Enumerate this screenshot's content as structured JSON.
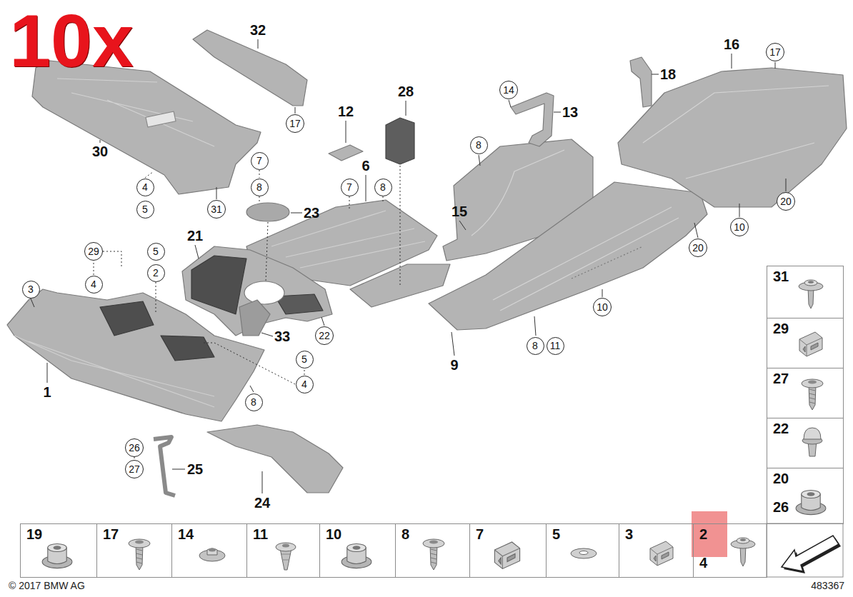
{
  "diagram": {
    "nodes": [
      {
        "text": [
          "17"
        ]
      },
      {
        "text": [
          "7"
        ]
      },
      {
        "text": [
          "8"
        ]
      },
      {
        "text": [
          "4"
        ]
      },
      {
        "text": [
          "5"
        ]
      },
      {
        "text": [
          "31"
        ]
      },
      {
        "text": [
          "7"
        ]
      },
      {
        "text": [
          "8"
        ]
      },
      {
        "text": [
          "14"
        ]
      },
      {
        "text": [
          "8"
        ]
      },
      {
        "text": [
          "17"
        ]
      },
      {
        "text": [
          "20"
        ]
      },
      {
        "text": [
          "10"
        ]
      },
      {
        "text": [
          "20"
        ]
      },
      {
        "text": [
          "10"
        ]
      },
      {
        "text": [
          "8"
        ]
      },
      {
        "text": [
          "11"
        ]
      },
      {
        "text": [
          "29"
        ]
      },
      {
        "text": [
          "4"
        ]
      },
      {
        "text": [
          "5"
        ]
      },
      {
        "text": [
          "2"
        ]
      },
      {
        "text": [
          "3"
        ]
      },
      {
        "text": [
          "22"
        ]
      },
      {
        "text": [
          "5"
        ]
      },
      {
        "text": [
          "4"
        ]
      },
      {
        "text": [
          "8"
        ]
      },
      {
        "text": [
          "26"
        ]
      },
      {
        "text": [
          "27"
        ]
      },
      {
        "text": [
          "31"
        ]
      },
      {
        "text": [
          "29"
        ]
      },
      {
        "text": [
          "27"
        ]
      },
      {
        "text": [
          "22"
        ]
      },
      {
        "text": [
          "20",
          "26"
        ]
      },
      {
        "text": [
          "19"
        ]
      },
      {
        "text": [
          "17"
        ]
      },
      {
        "text": [
          "14"
        ]
      },
      {
        "text": [
          "11"
        ]
      },
      {
        "text": [
          "10"
        ]
      },
      {
        "text": [
          "8"
        ]
      },
      {
        "text": [
          "7"
        ]
      },
      {
        "text": [
          "5"
        ]
      },
      {
        "text": [
          "3"
        ]
      },
      {
        "text": [
          "2",
          "4"
        ]
      }
    ],
    "labels": [
      "10x",
      "32",
      "30",
      "12",
      "28",
      "6",
      "13",
      "18",
      "16",
      "15",
      "23",
      "21",
      "1",
      "9",
      "33",
      "25",
      "24",
      "© 2017 BMW AG",
      "483367"
    ]
  }
}
